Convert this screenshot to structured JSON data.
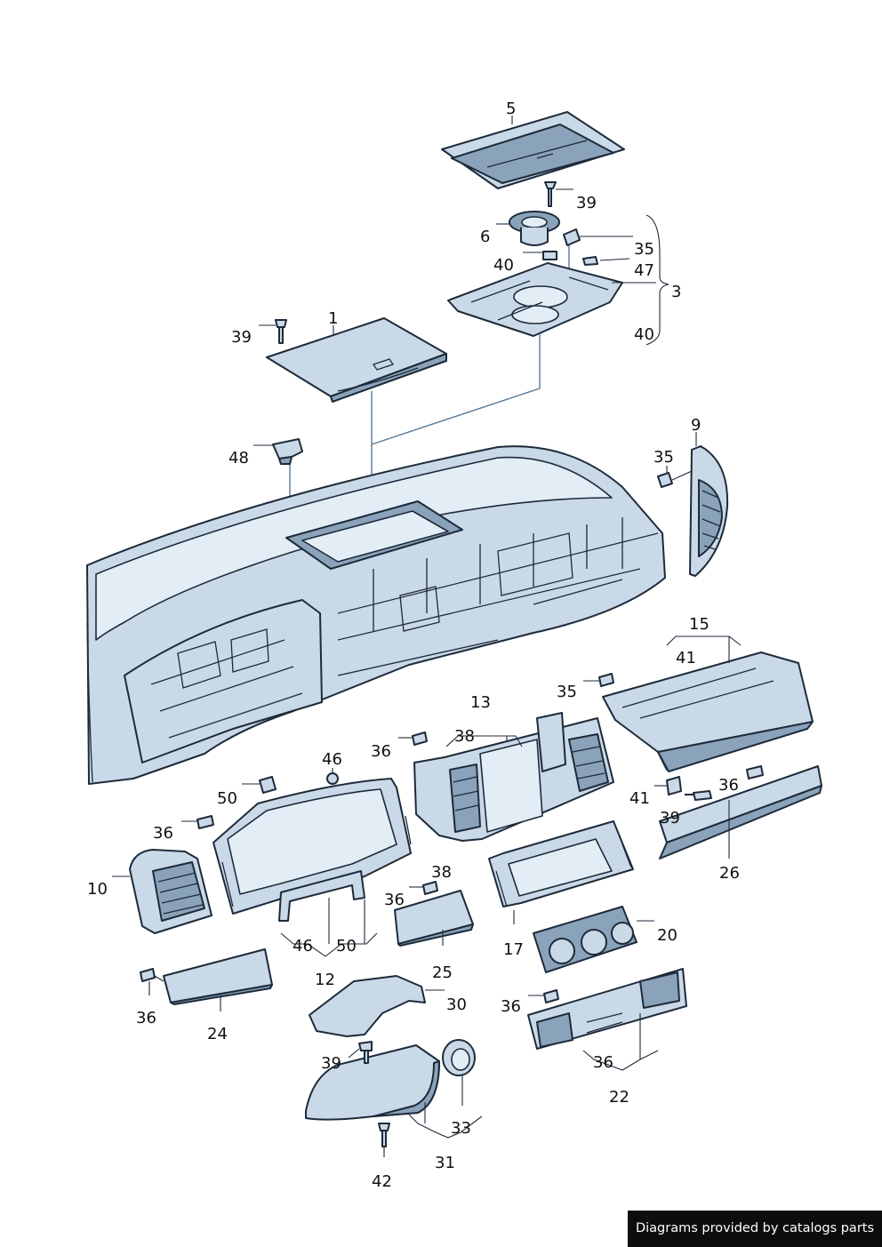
{
  "part_numbers": {
    "n1": "1",
    "n3": "3",
    "n5": "5",
    "n6": "6",
    "n9": "9",
    "n10": "10",
    "n12": "12",
    "n13": "13",
    "n15": "15",
    "n17": "17",
    "n20": "20",
    "n22": "22",
    "n24": "24",
    "n25": "25",
    "n26": "26",
    "n30": "30",
    "n31": "31",
    "n33": "33",
    "n35_top": "35",
    "n35_right": "35",
    "n35_mid": "35",
    "n36_38": "36",
    "n36_tray": "36",
    "n36_left": "36",
    "n36_25": "36",
    "n36_bottom_left": "36",
    "n36_22": "36",
    "n36_22b": "36",
    "n38_13": "38",
    "n38_mid": "38",
    "n39_top": "39",
    "n39_left": "39",
    "n39_41": "39",
    "n39_col": "39",
    "n40_mid": "40",
    "n40_bracket": "40",
    "n41_15": "41",
    "n41_lower": "41",
    "n42": "42",
    "n46_top": "46",
    "n46_bottom": "46",
    "n47": "47",
    "n48": "48",
    "n50_left": "50",
    "n50_bottom": "50"
  },
  "footer": {
    "credit": "Diagrams provided by catalogs parts"
  }
}
